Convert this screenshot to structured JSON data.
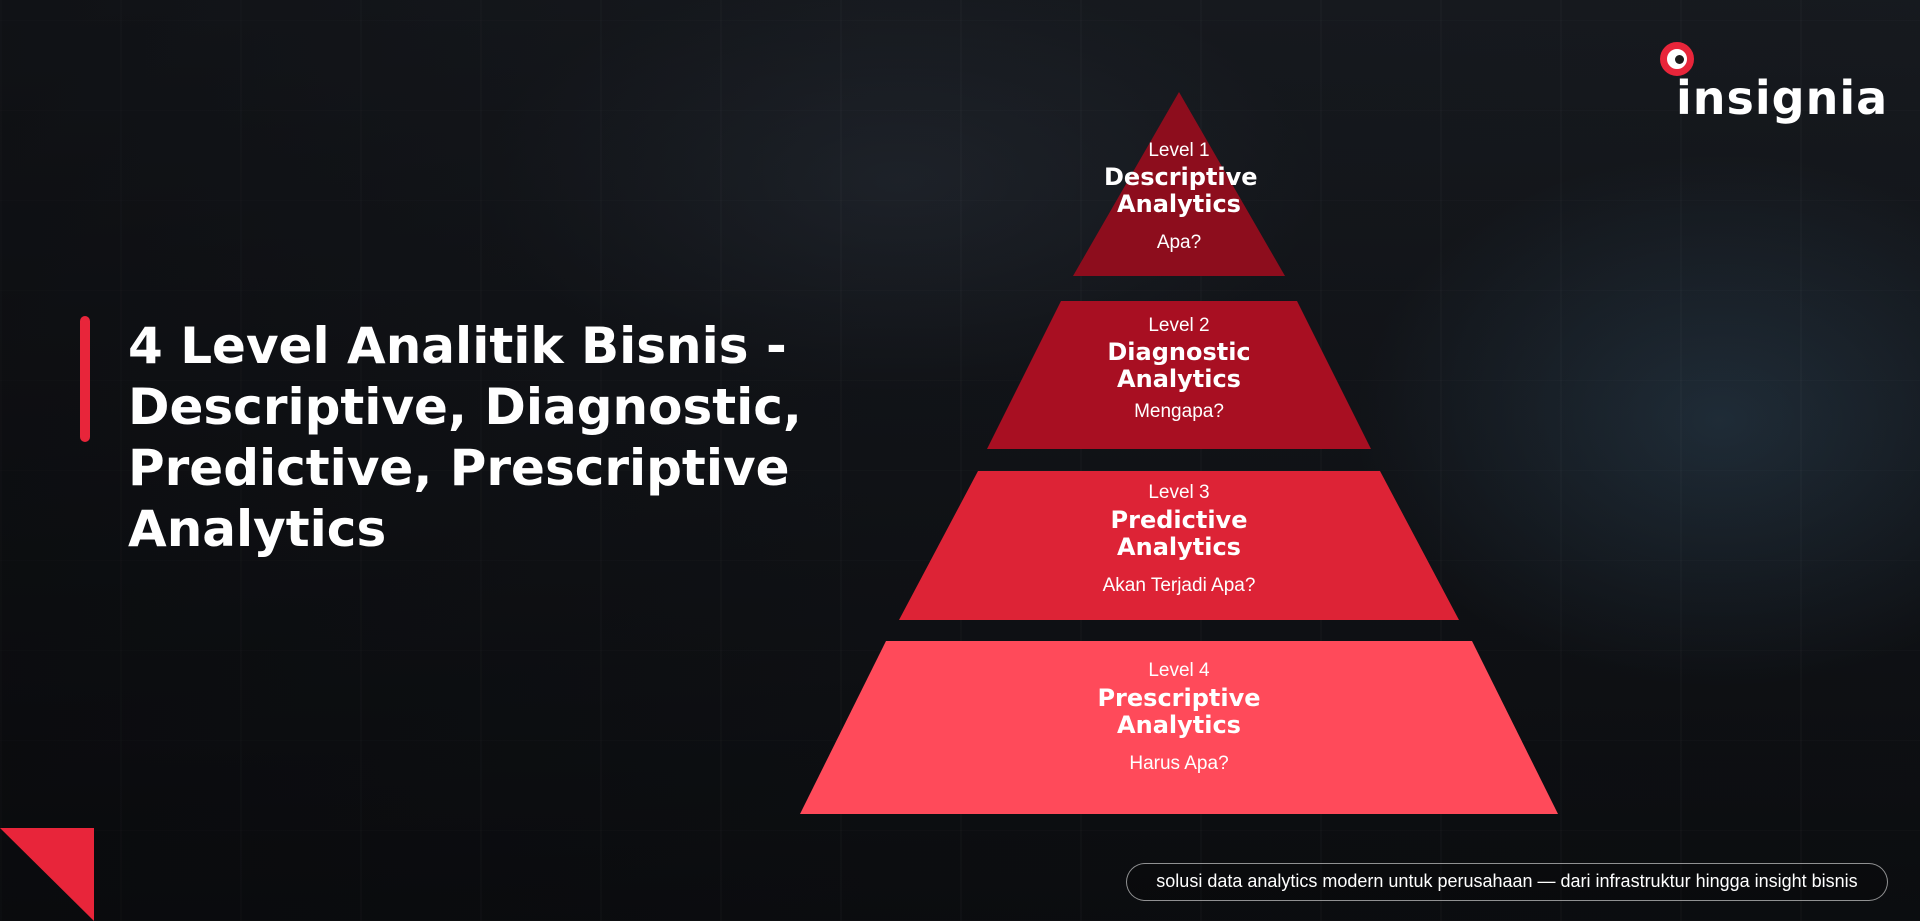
{
  "title": "4 Level Analitik Bisnis - Descriptive, Diagnostic, Predictive, Prescriptive Analytics",
  "logo": {
    "text": "insignia"
  },
  "colors": {
    "accent": "#e8253a",
    "level1": "#8d0d1d",
    "level2": "#a80f22",
    "level3": "#dd2336",
    "level4": "#ff4a5a"
  },
  "levels": [
    {
      "level": "Level 1",
      "name": "Descriptive Analytics",
      "question": "Apa?"
    },
    {
      "level": "Level 2",
      "name": "Diagnostic Analytics",
      "question": "Mengapa?"
    },
    {
      "level": "Level 3",
      "name": "Predictive Analytics",
      "question": "Akan Terjadi Apa?"
    },
    {
      "level": "Level 4",
      "name": "Prescriptive Analytics",
      "question": "Harus Apa?"
    }
  ],
  "tagline": "solusi data analytics modern untuk perusahaan — dari infrastruktur hingga insight bisnis"
}
